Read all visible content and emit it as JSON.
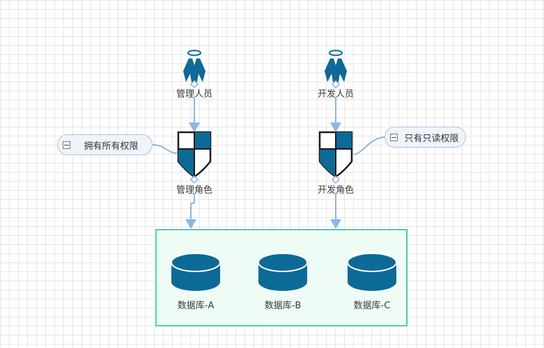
{
  "nodes": {
    "admin_person": "管理人员",
    "dev_person": "开发人员",
    "admin_role": "管理角色",
    "dev_role": "开发角色"
  },
  "notes": {
    "admin_note": "拥有所有权限",
    "dev_note": "只有只读权限"
  },
  "databases": [
    {
      "label": "数据库-A"
    },
    {
      "label": "数据库-B"
    },
    {
      "label": "数据库-C"
    }
  ],
  "colors": {
    "icon_blue": "#0d6a96",
    "connector": "#8fb4e6",
    "container_border": "#4fd1a8",
    "container_fill": "#effcf6",
    "note_border": "#a9c5e3",
    "note_fill": "#eef4fb"
  }
}
